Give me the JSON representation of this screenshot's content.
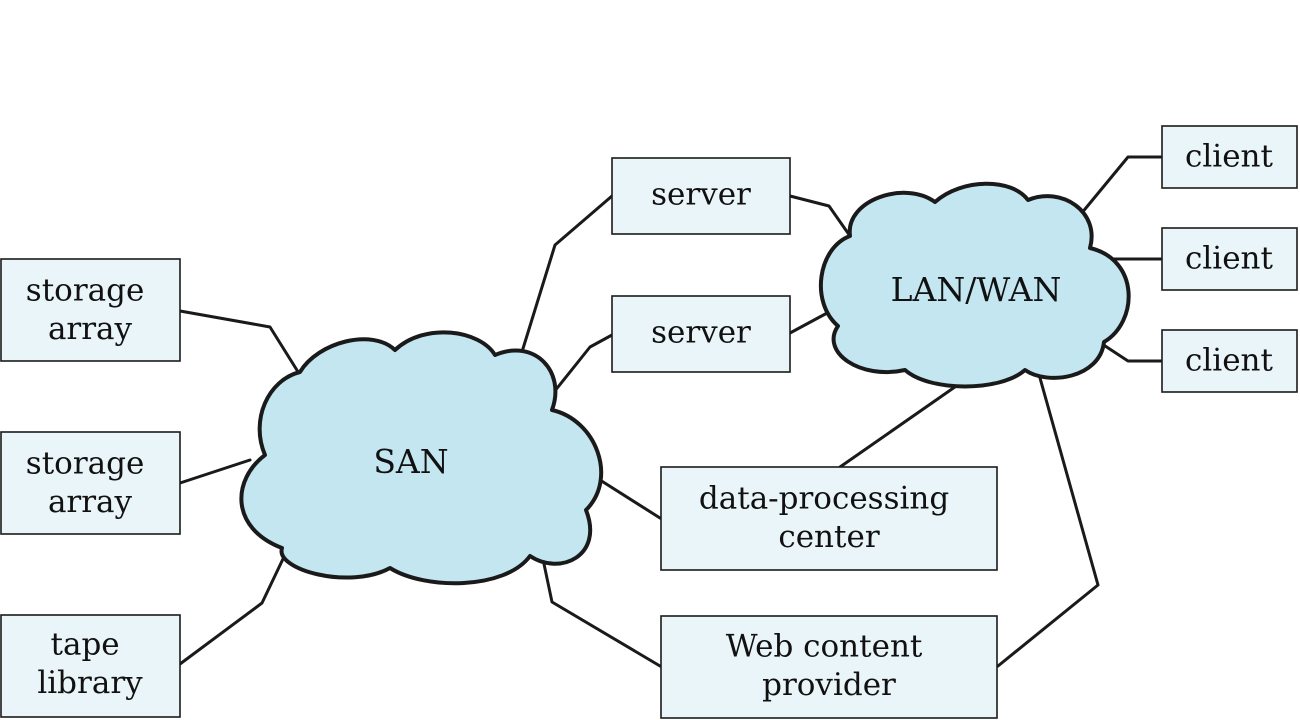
{
  "diagram": {
    "colors": {
      "cloud_fill": "#c3e6f0",
      "box_fill": "#eaf5f9",
      "line": "#1a1a1a"
    },
    "clouds": {
      "san": {
        "label": "SAN"
      },
      "lanwan": {
        "label": "LAN/WAN"
      }
    },
    "nodes": {
      "storage_array_1": {
        "lines": [
          "storage",
          "array"
        ]
      },
      "storage_array_2": {
        "lines": [
          "storage",
          "array"
        ]
      },
      "tape_library": {
        "lines": [
          "tape",
          "library"
        ]
      },
      "server_1": {
        "lines": [
          "server"
        ]
      },
      "server_2": {
        "lines": [
          "server"
        ]
      },
      "data_processing_center": {
        "lines": [
          "data-processing",
          "center"
        ]
      },
      "web_content_provider": {
        "lines": [
          "Web content",
          "provider"
        ]
      },
      "client_1": {
        "lines": [
          "client"
        ]
      },
      "client_2": {
        "lines": [
          "client"
        ]
      },
      "client_3": {
        "lines": [
          "client"
        ]
      }
    },
    "connections": [
      {
        "from": "storage_array_1",
        "to": "san"
      },
      {
        "from": "storage_array_2",
        "to": "san"
      },
      {
        "from": "tape_library",
        "to": "san"
      },
      {
        "from": "san",
        "to": "server_1"
      },
      {
        "from": "san",
        "to": "server_2"
      },
      {
        "from": "san",
        "to": "data_processing_center"
      },
      {
        "from": "san",
        "to": "web_content_provider"
      },
      {
        "from": "server_1",
        "to": "lanwan"
      },
      {
        "from": "server_2",
        "to": "lanwan"
      },
      {
        "from": "lanwan",
        "to": "data_processing_center"
      },
      {
        "from": "lanwan",
        "to": "web_content_provider"
      },
      {
        "from": "lanwan",
        "to": "client_1"
      },
      {
        "from": "lanwan",
        "to": "client_2"
      },
      {
        "from": "lanwan",
        "to": "client_3"
      }
    ]
  }
}
